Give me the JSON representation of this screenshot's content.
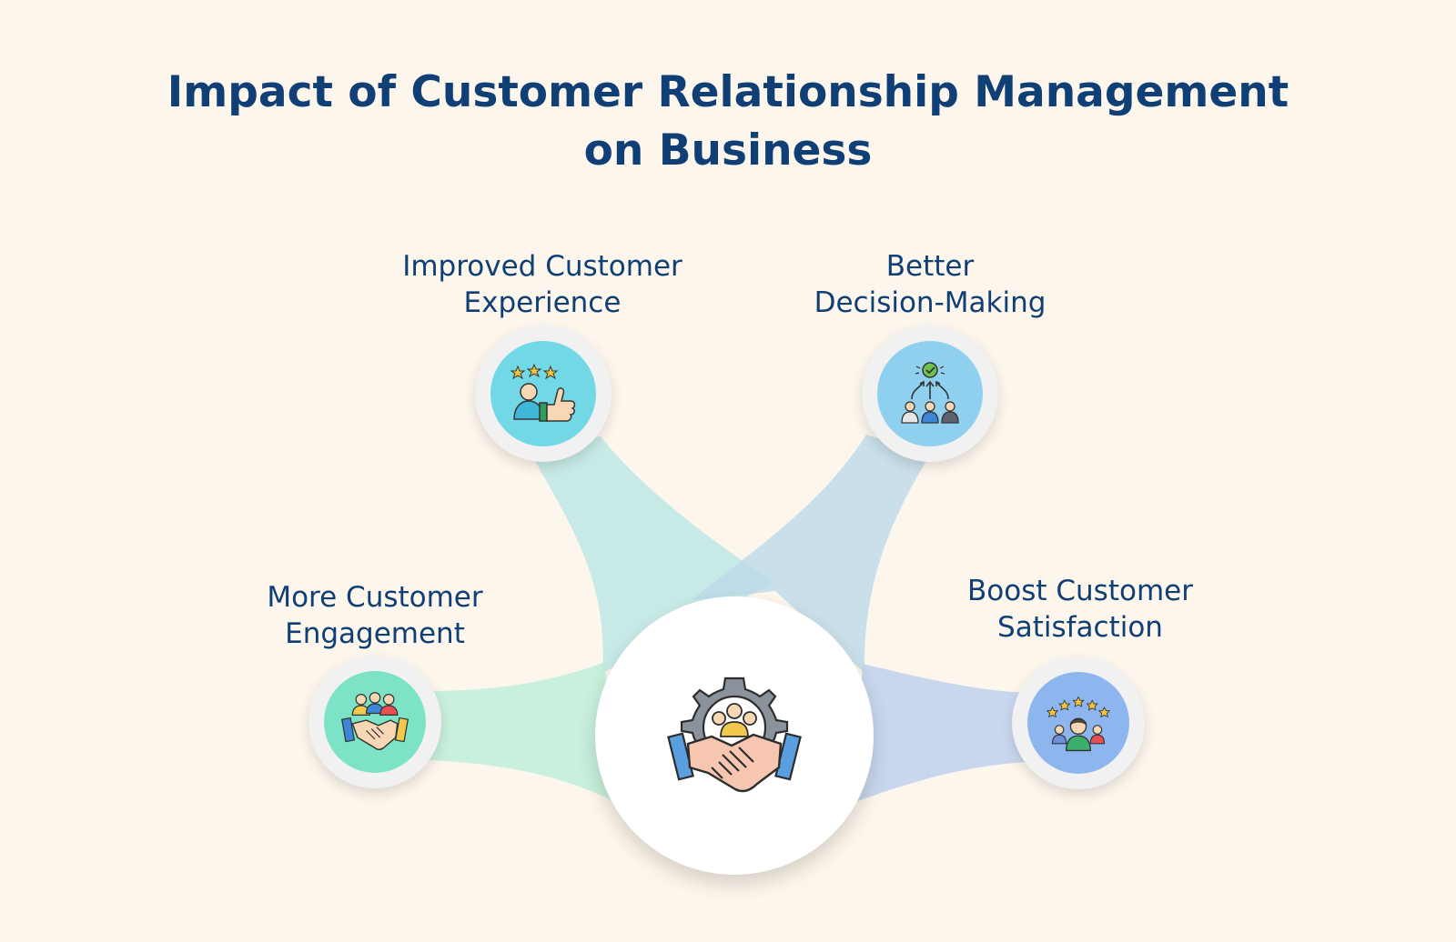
{
  "title": {
    "line1": "Impact of Customer Relationship Management",
    "line2": "on Business"
  },
  "center": {
    "icon": "handshake-gear-icon"
  },
  "nodes": [
    {
      "id": "experience",
      "line1": "Improved Customer",
      "line2": "Experience",
      "icon": "thumbs-up-rating-icon",
      "color": "#73d8e6"
    },
    {
      "id": "decision",
      "line1": "Better",
      "line2": "Decision-Making",
      "icon": "team-decision-icon",
      "color": "#8fd0ef"
    },
    {
      "id": "engagement",
      "line1": "More Customer",
      "line2": "Engagement",
      "icon": "group-handshake-icon",
      "color": "#7de3c6"
    },
    {
      "id": "satisfaction",
      "line1": "Boost Customer",
      "line2": "Satisfaction",
      "icon": "star-rating-customer-icon",
      "color": "#8db5ee"
    }
  ],
  "colors": {
    "title": "#0f3f75",
    "background": "#fdf6ec",
    "ribbon_teal": "#b6e6e6",
    "ribbon_blue": "#bcd9ea",
    "ribbon_green": "#bfeed9",
    "ribbon_periwinkle": "#bfd1ee"
  }
}
